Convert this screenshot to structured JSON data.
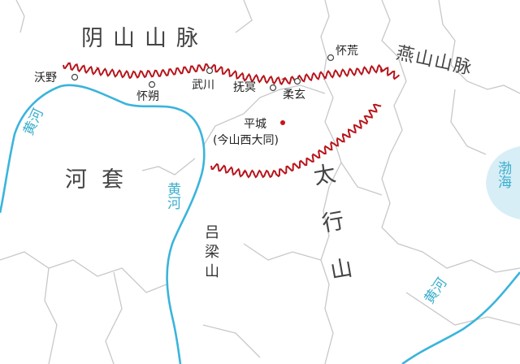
{
  "colors": {
    "river": "#3ab4dc",
    "wall": "#b8141b",
    "border": "#c8c8c8",
    "sea": "#d7eef7",
    "capital": "#c8141b"
  },
  "mountains": {
    "yinshan": "阴山山脉",
    "yanshan": "燕山山脉",
    "taihang": "太行山",
    "lvliang": "吕梁山"
  },
  "regions": {
    "hetao": "河套",
    "bohai": "渤海"
  },
  "rivers": {
    "huanghe": "黄河"
  },
  "cities": [
    {
      "name": "沃野",
      "icon": "hollow-circle"
    },
    {
      "name": "怀朔",
      "icon": "hollow-circle"
    },
    {
      "name": "武川",
      "icon": "hollow-circle"
    },
    {
      "name": "抚冥",
      "icon": "hollow-circle"
    },
    {
      "name": "柔玄",
      "icon": "hollow-circle"
    },
    {
      "name": "怀荒",
      "icon": "hollow-circle"
    }
  ],
  "capital": {
    "name": "平城",
    "note": "(今山西大同)",
    "icon": "red-dot"
  }
}
